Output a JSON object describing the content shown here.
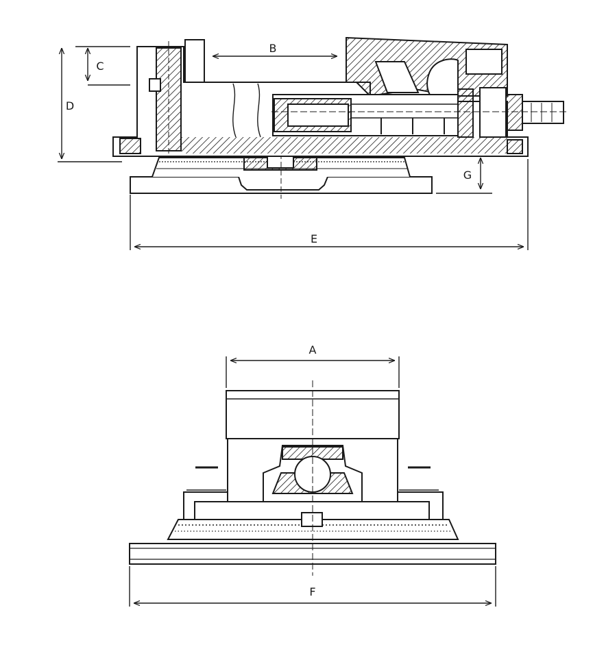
{
  "dimension_labels": {
    "a": "A",
    "b": "B",
    "c": "C",
    "d": "D",
    "e": "E",
    "f": "F",
    "g": "G"
  },
  "colors": {
    "ink": "#1a1a1a",
    "paper": "#ffffff"
  }
}
